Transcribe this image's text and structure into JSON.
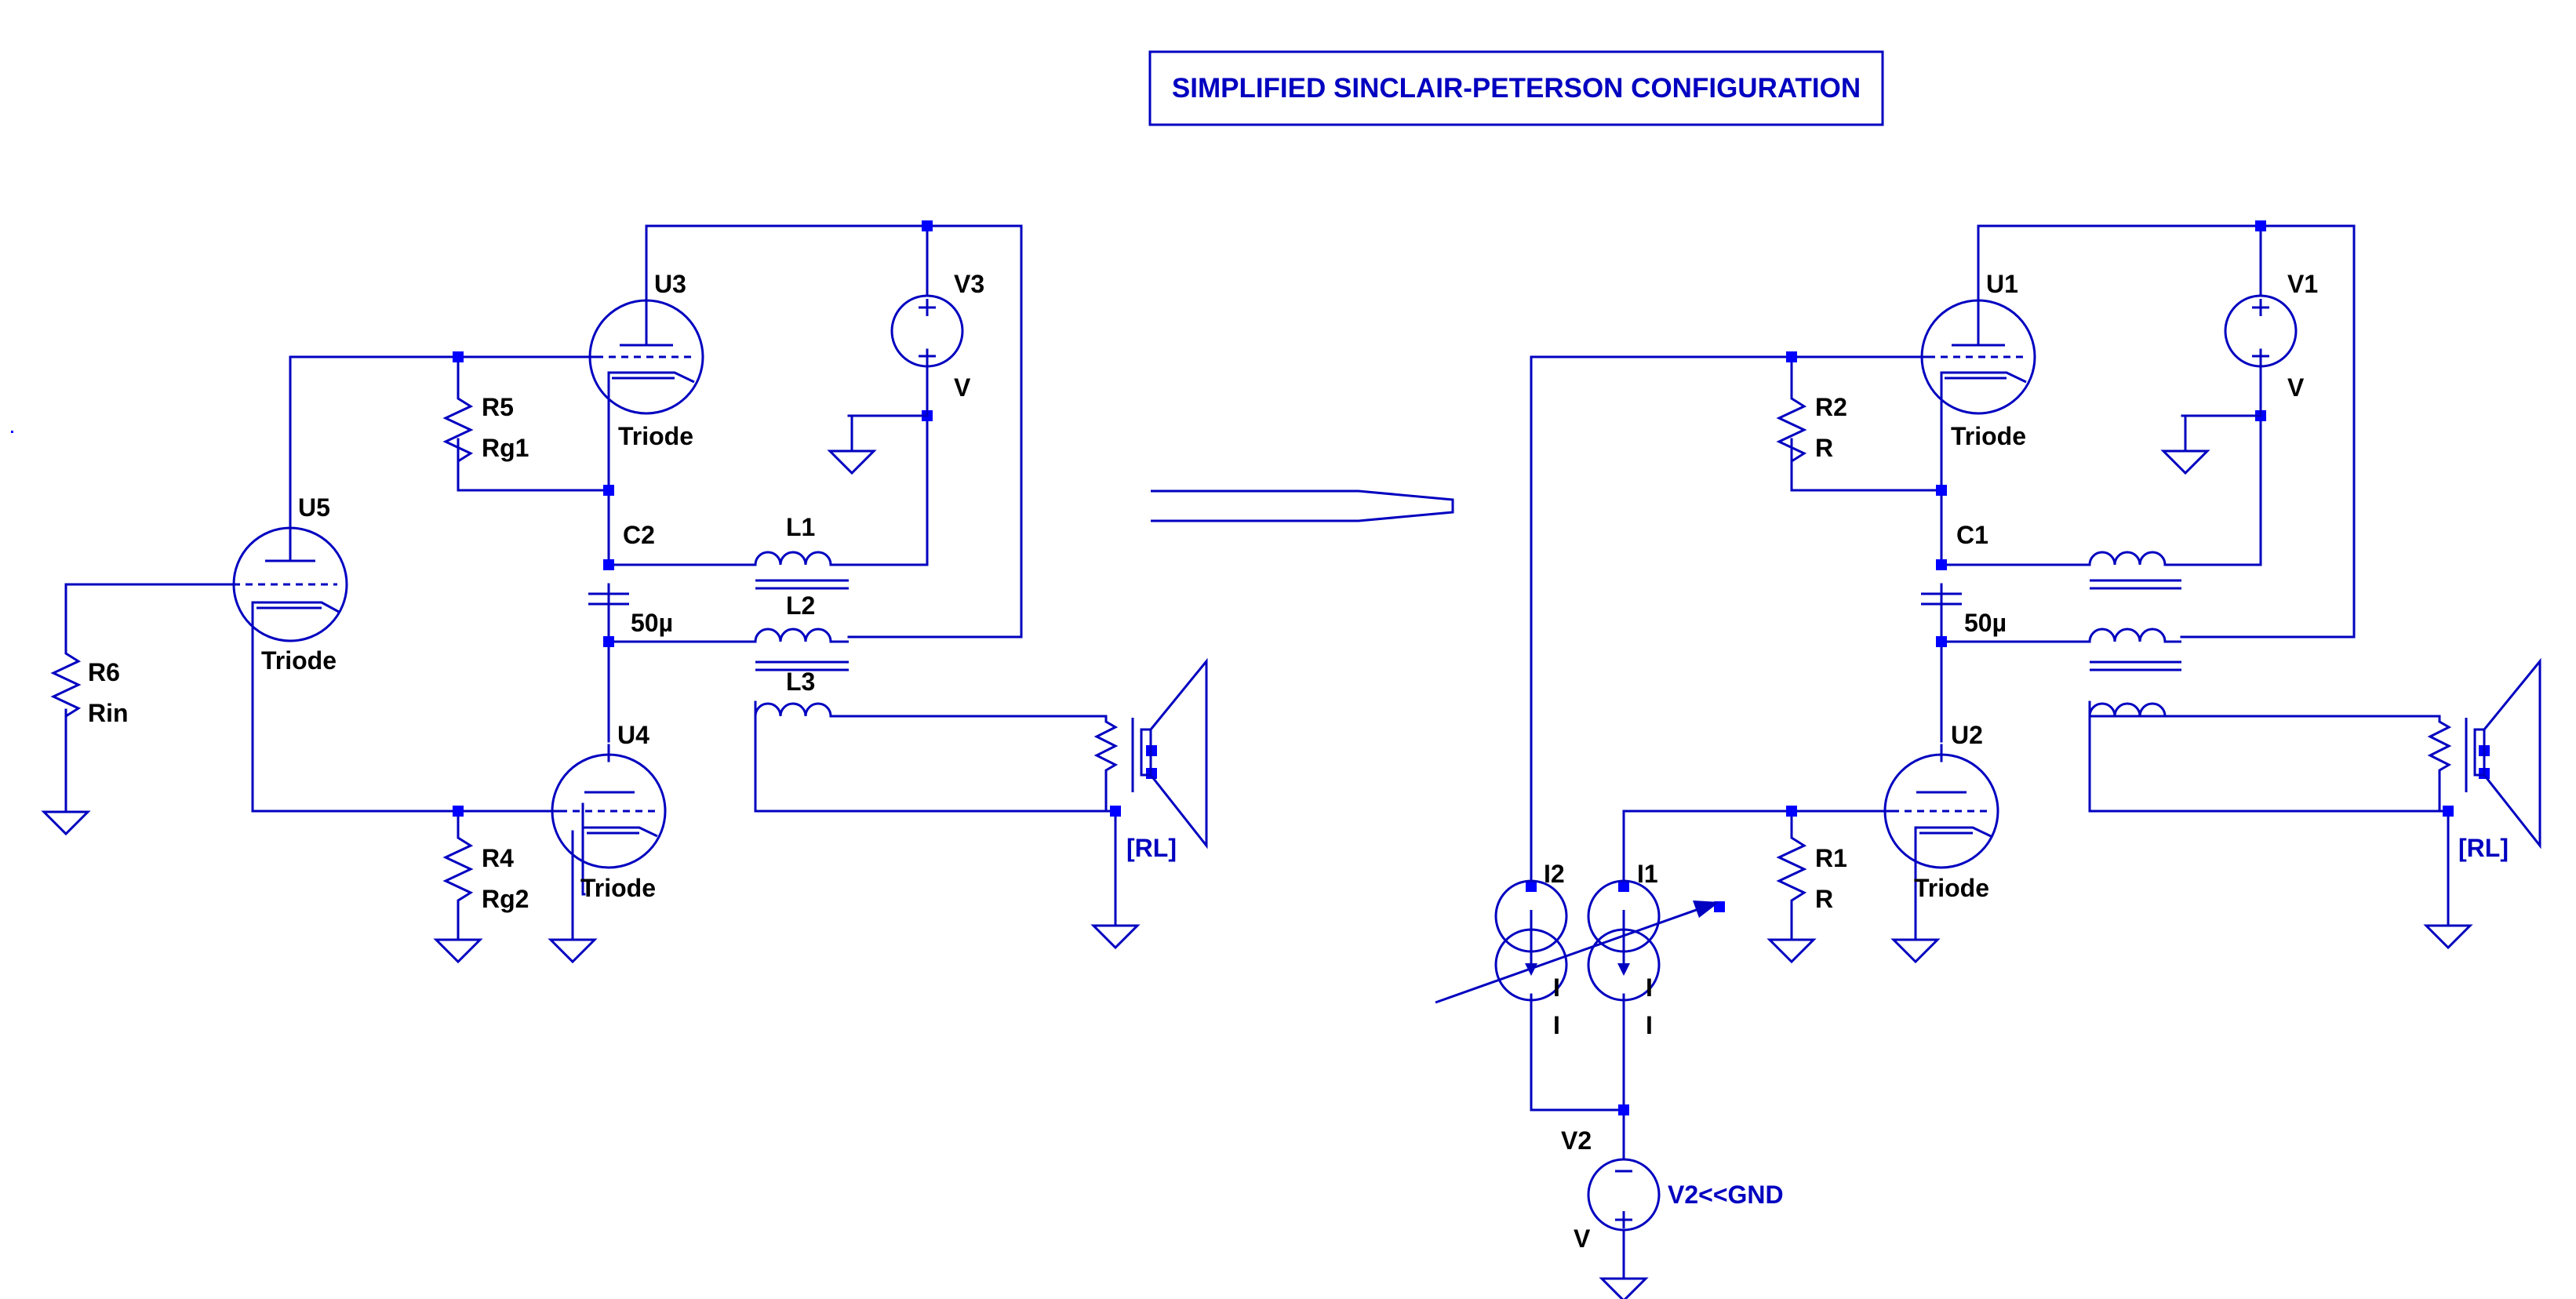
{
  "title": "SIMPLIFIED SINCLAIR-PETERSON CONFIGURATION",
  "left": {
    "U3": {
      "ref": "U3",
      "value": "Triode"
    },
    "U4": {
      "ref": "U4",
      "value": "Triode"
    },
    "U5": {
      "ref": "U5",
      "value": "Triode"
    },
    "V3": {
      "ref": "V3",
      "value": "V"
    },
    "R5": {
      "ref": "R5",
      "value": "Rg1"
    },
    "R4": {
      "ref": "R4",
      "value": "Rg2"
    },
    "R6": {
      "ref": "R6",
      "value": "Rin"
    },
    "C2": {
      "ref": "C2",
      "value": "50µ"
    },
    "L1": {
      "ref": "L1"
    },
    "L2": {
      "ref": "L2"
    },
    "L3": {
      "ref": "L3"
    },
    "speaker": {
      "value": "[RL]"
    }
  },
  "right": {
    "U1": {
      "ref": "U1",
      "value": "Triode"
    },
    "U2": {
      "ref": "U2",
      "value": "Triode"
    },
    "V1": {
      "ref": "V1",
      "value": "V"
    },
    "R2": {
      "ref": "R2",
      "value": "R"
    },
    "R1": {
      "ref": "R1",
      "value": "R"
    },
    "C1": {
      "ref": "C1",
      "value": "50µ"
    },
    "I1": {
      "ref": "I1",
      "value": "I",
      "value2": "I"
    },
    "I2": {
      "ref": "I2",
      "value": "I",
      "value2": "I"
    },
    "V2": {
      "ref": "V2",
      "value": "V",
      "label": "V2<<GND"
    },
    "speaker": {
      "value": "[RL]"
    }
  },
  "colors": {
    "wire": "#0000c0",
    "junction": "#0000ff",
    "text": "#000000",
    "net_label": "#0000c0"
  }
}
